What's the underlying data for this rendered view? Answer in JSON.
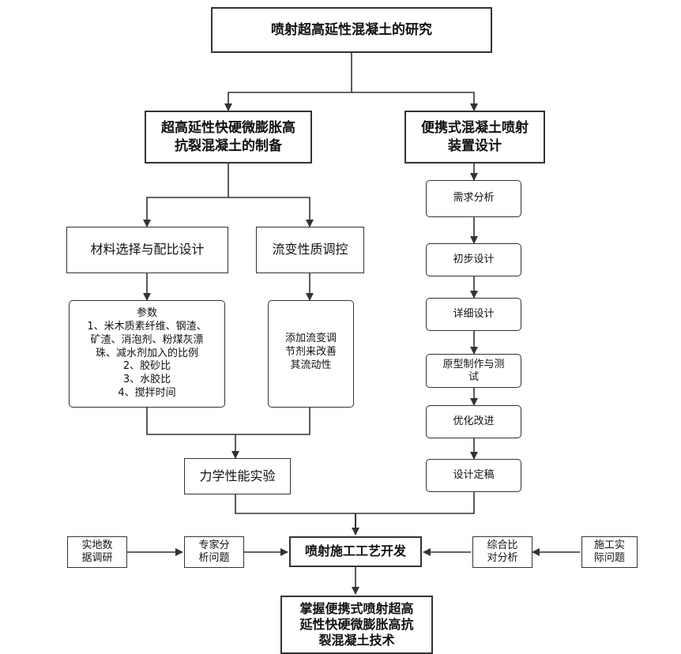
{
  "title": "喷射超高延性混凝土的研究",
  "branches": {
    "left": "超高延性快硬微膨胀高\n抗裂混凝土的制备",
    "right": "便携式混凝土喷射\n装置设计"
  },
  "left_sub": {
    "material": "材料选择与配比设计",
    "rheology": "流变性质调控",
    "params": "参数\n1、米木质素纤维、钢渣、\n矿渣、消泡剂、粉煤灰漂\n珠、减水剂加入的比例\n2、胶砂比\n3、水胶比\n4、搅拌时间",
    "additive": "添加流变调\n节剂来改善\n其流动性",
    "mechanics": "力学性能实验"
  },
  "right_steps": [
    "需求分析",
    "初步设计",
    "详细设计",
    "原型制作与测\n试",
    "优化改进",
    "设计定稿"
  ],
  "process": {
    "field": "实地数\n据调研",
    "expert": "专家分\n析问题",
    "center": "喷射施工工艺开发",
    "compare": "综合比\n对分析",
    "practice": "施工实\n际问题"
  },
  "result": "掌握便携式喷射超高\n延性快硬微膨胀高抗\n裂混凝土技术"
}
